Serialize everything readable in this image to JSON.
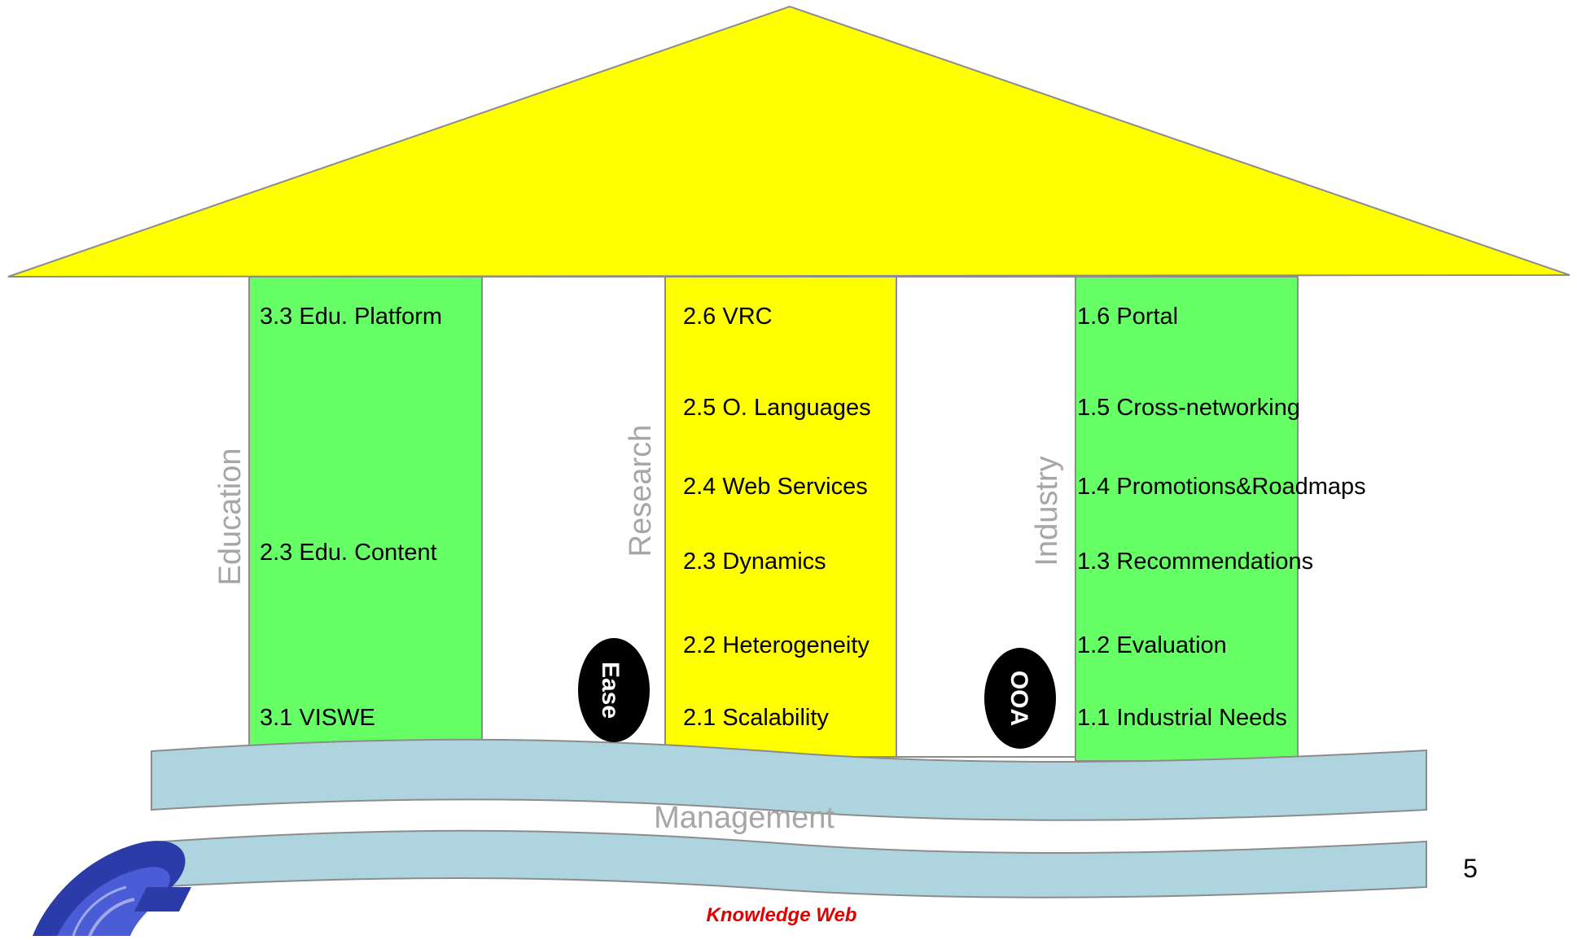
{
  "pillars": [
    {
      "label": "Education",
      "items": [
        "3.3 Edu. Platform",
        "2.3 Edu. Content",
        "3.1 VISWE"
      ]
    },
    {
      "label": "Research",
      "items": [
        "2.6 VRC",
        "2.5 O. Languages",
        "2.4 Web Services",
        "2.3 Dynamics",
        "2.2 Heterogeneity",
        "2.1 Scalability"
      ]
    },
    {
      "label": "Industry",
      "items": [
        "1.6 Portal",
        "1.5 Cross-networking",
        "1.4 Promotions&Roadmaps",
        "1.3 Recommendations",
        "1.2 Evaluation",
        "1.1 Industrial Needs"
      ]
    }
  ],
  "badges": [
    "Ease",
    "OOA"
  ],
  "foundation": "Management",
  "footer": {
    "brand": "Knowledge Web",
    "page_number": "5"
  },
  "colors": {
    "roof": "#FFFF00",
    "green": "#66FF66",
    "yellow": "#FFFF00",
    "base": "#AED5DF",
    "label_gray": "#A6A6A6",
    "brand_red": "#E00000"
  }
}
